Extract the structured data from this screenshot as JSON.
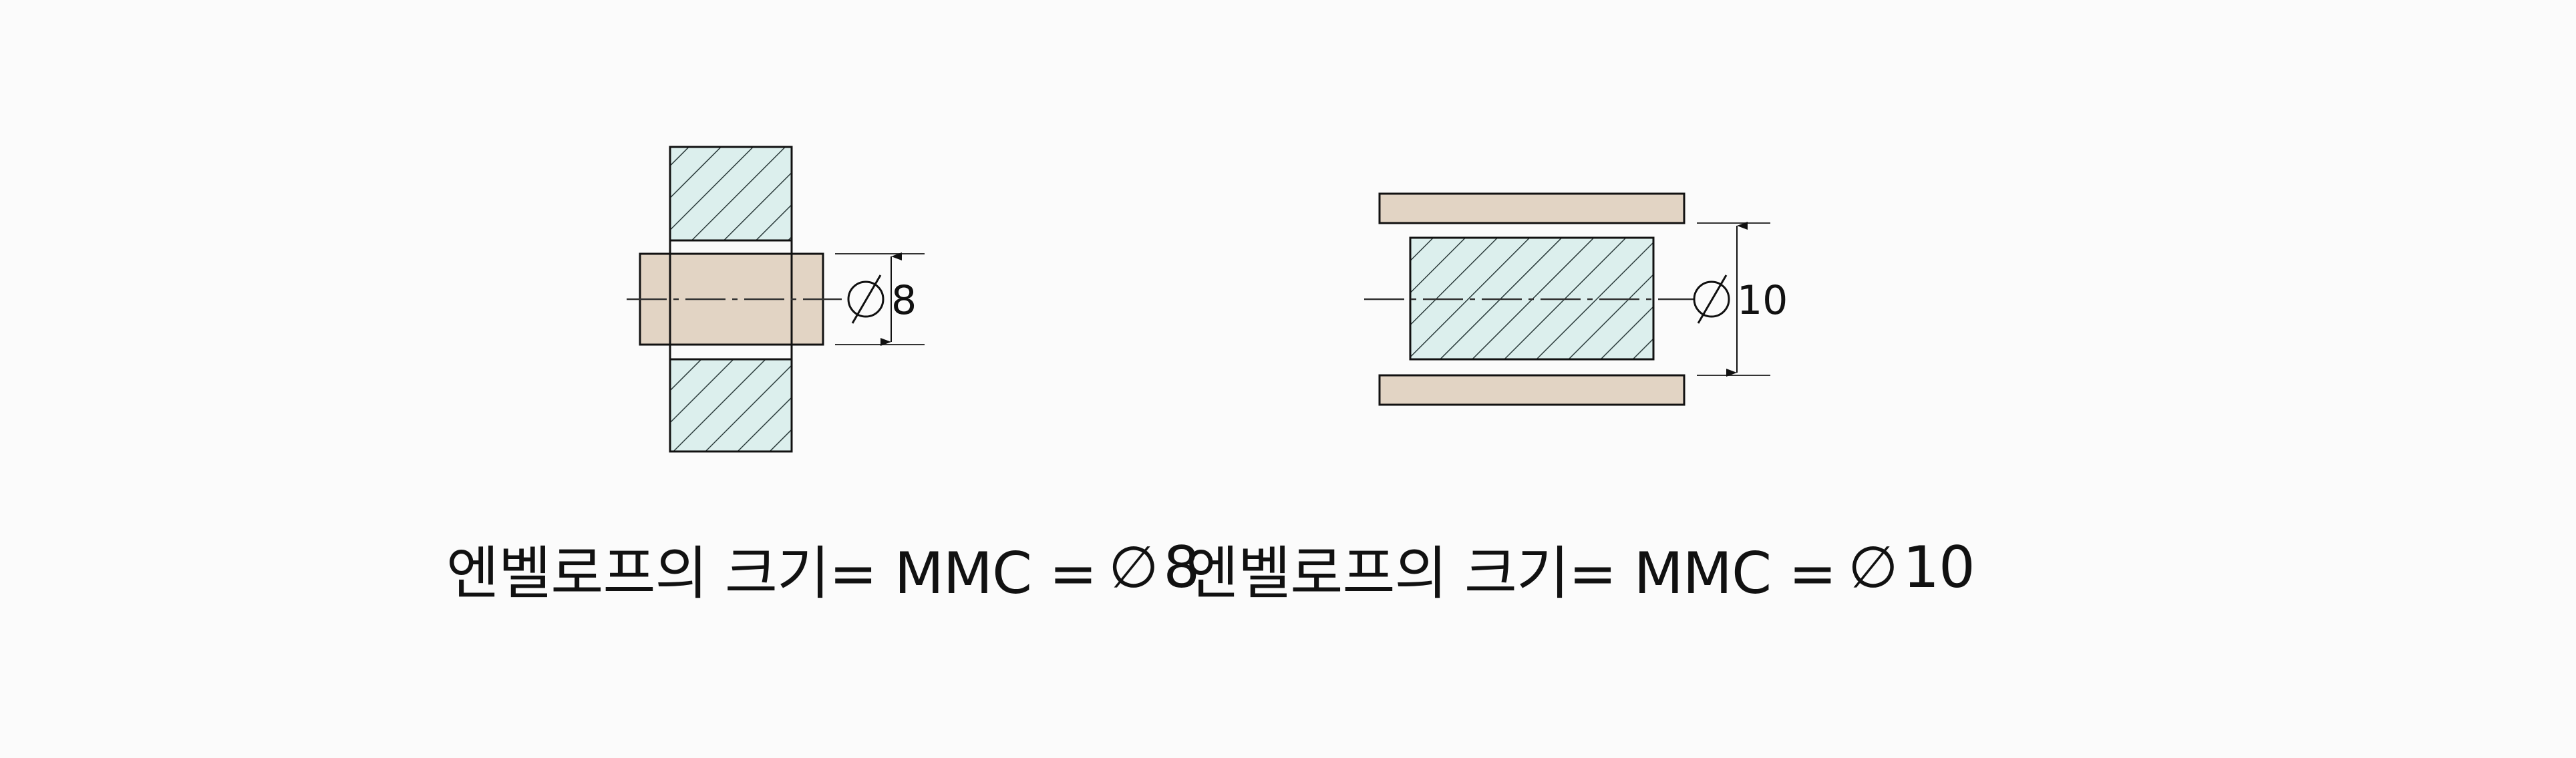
{
  "figure_left": {
    "dimension_value": "8"
  },
  "figure_right": {
    "dimension_value": "10"
  },
  "captions": {
    "left": {
      "text": "엔벨로프의 크기= MMC =",
      "diameter_symbol": "∅",
      "value": "8"
    },
    "right": {
      "text": "엔벨로프의 크기= MMC =",
      "diameter_symbol": "∅",
      "value": "10"
    }
  },
  "colors": {
    "background": "#fbfbfb",
    "hatched_part_fill": "#dcefed",
    "plain_part_fill": "#e2d4c4",
    "outline": "#111111",
    "hatch_line": "#2a3a3a"
  }
}
